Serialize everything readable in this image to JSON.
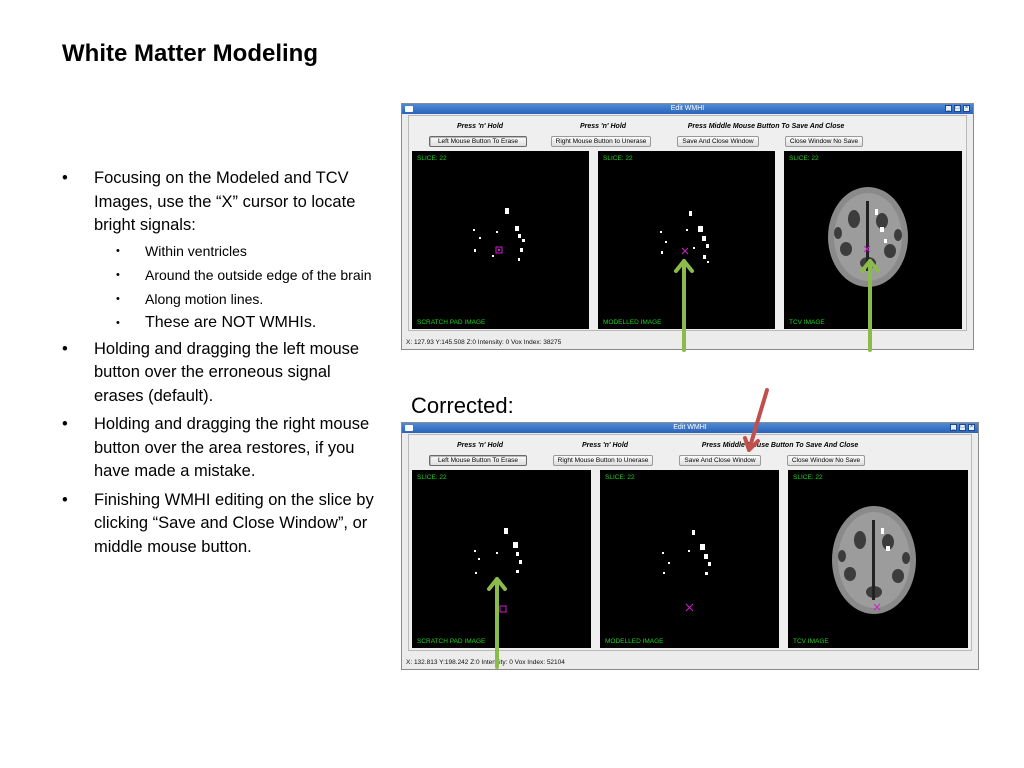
{
  "slide": {
    "title": "White Matter Modeling",
    "caption": "Corrected:"
  },
  "bullets": [
    {
      "text": "Focusing on the Modeled and TCV Images, use the “X” cursor to locate bright signals:"
    },
    {
      "text": "Holding and dragging the left mouse button over the erroneous signal erases (default)."
    },
    {
      "text": "Holding and dragging the right mouse button over the area restores, if you have made a mistake."
    },
    {
      "text": "Finishing WMHI editing on the slice by clicking “Save and Close Window”, or middle mouse button."
    }
  ],
  "sub_bullets": [
    "Within ventricles",
    "Around the outside edge of the brain",
    "Along motion lines.",
    "These are NOT WMHIs."
  ],
  "windows": [
    {
      "title": "Edit WMHI",
      "labels": {
        "hold1": "Press 'n' Hold",
        "hold2": "Press 'n' Hold",
        "middle": "Press Middle Mouse Button To Save And Close"
      },
      "buttons": {
        "erase": "Left Mouse Button To Erase",
        "unerase": "Right Mouse Button to Unerase",
        "save": "Save And Close Window",
        "nosave": "Close Window No Save"
      },
      "panes": [
        {
          "slice": "SLICE: 22",
          "name": "SCRATCH PAD IMAGE"
        },
        {
          "slice": "SLICE: 22",
          "name": "MODELLED IMAGE"
        },
        {
          "slice": "SLICE: 22",
          "name": "TCV IMAGE"
        }
      ],
      "status": "X: 127.93  Y:145.508  Z:0    Intensity: 0    Vox Index: 38275"
    },
    {
      "title": "Edit WMHI",
      "labels": {
        "hold1": "Press 'n' Hold",
        "hold2": "Press 'n' Hold",
        "middle": "Press Middle Mouse Button To Save And Close"
      },
      "buttons": {
        "erase": "Left Mouse Button To Erase",
        "unerase": "Right Mouse Button to Unerase",
        "save": "Save And Close Window",
        "nosave": "Close Window No Save"
      },
      "panes": [
        {
          "slice": "SLICE: 22",
          "name": "SCRATCH PAD IMAGE"
        },
        {
          "slice": "SLICE: 22",
          "name": "MODELLED IMAGE"
        },
        {
          "slice": "SLICE: 22",
          "name": "TCV IMAGE"
        }
      ],
      "status": "X: 132.813  Y:198.242  Z:0    Intensity: 0    Vox Index: 52104"
    }
  ],
  "colors": {
    "arrow_green": "#8bbb4a",
    "arrow_red": "#c0504d",
    "pane_label": "#20d020",
    "cursor": "#d01fd0"
  }
}
